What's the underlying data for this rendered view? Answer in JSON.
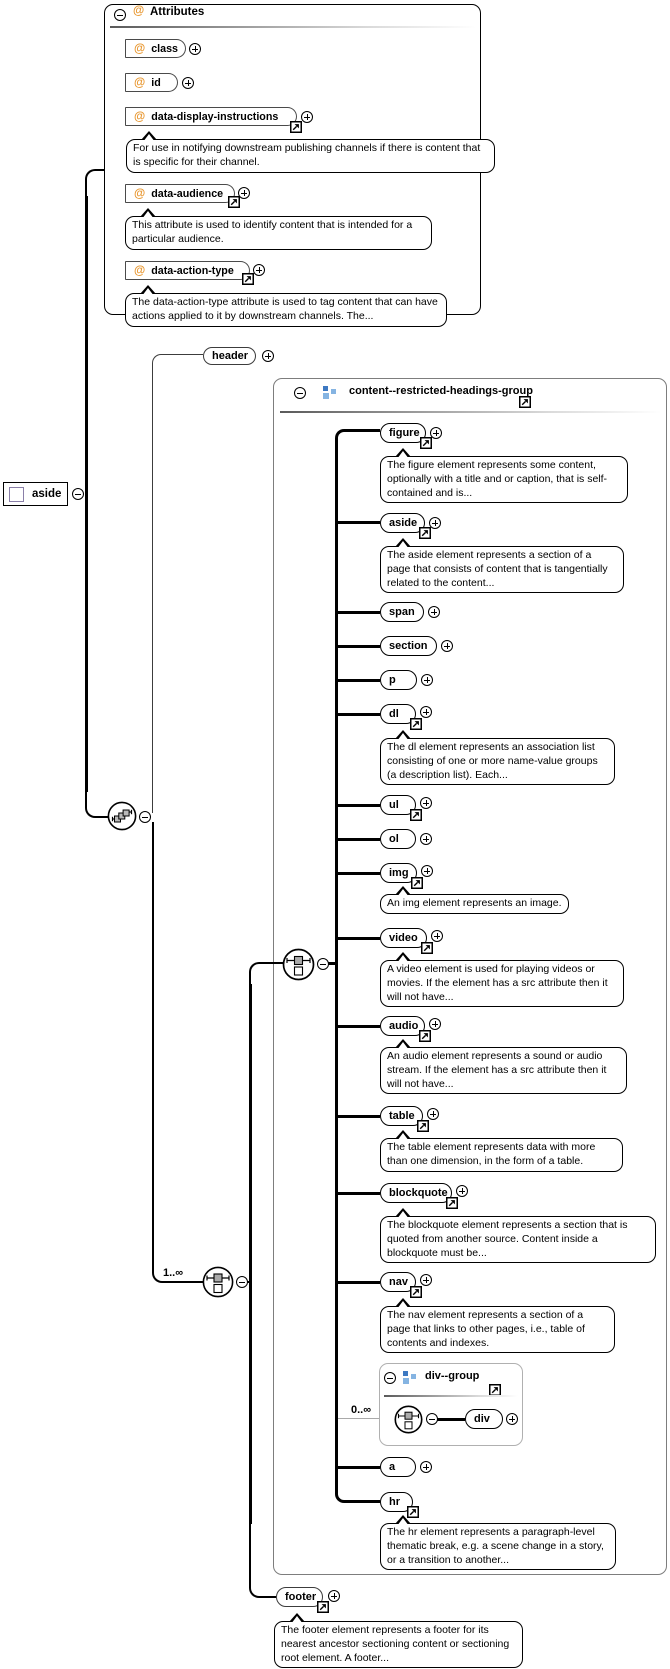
{
  "root_element": {
    "label": "aside"
  },
  "icons": {
    "attribute_icon": "@"
  },
  "attributes_panel": {
    "title": "Attributes",
    "attributes": [
      {
        "label": "class"
      },
      {
        "label": "id"
      },
      {
        "label": "data-display-instructions",
        "doc": "For use in notifying downstream publishing channels if there is content that is specific for their channel."
      },
      {
        "label": "data-audience",
        "doc": "This attribute is used to identify content that is intended for a particular audience."
      },
      {
        "label": "data-action-type",
        "doc": "The data-action-type attribute is used to tag content that can have actions applied to it by downstream channels. The..."
      }
    ]
  },
  "sequence_children": {
    "header": {
      "label": "header"
    },
    "footer": {
      "label": "footer",
      "doc": "The footer element represents a footer for its nearest ancestor sectioning content or sectioning root element. A footer..."
    }
  },
  "content_group": {
    "title": "content--restricted-headings-group",
    "cardinality": "1..∞",
    "elements": [
      {
        "label": "figure",
        "doc": "The figure element represents some content, optionally with a title and or caption, that is self-contained and is..."
      },
      {
        "label": "aside",
        "doc": "The aside element represents a section of a page that consists of content that is tangentially related to the content..."
      },
      {
        "label": "span"
      },
      {
        "label": "section"
      },
      {
        "label": "p"
      },
      {
        "label": "dl",
        "doc": "The dl element represents an association list consisting of one or more name-value groups (a description list). Each..."
      },
      {
        "label": "ul"
      },
      {
        "label": "ol"
      },
      {
        "label": "img",
        "doc": "An img element represents an image."
      },
      {
        "label": "video",
        "doc": "A video element is used for playing videos or movies. If the element has a src attribute then it will not have..."
      },
      {
        "label": "audio",
        "doc": "An audio element represents a sound or audio stream. If the element has a src attribute then it will not have..."
      },
      {
        "label": "table",
        "doc": "The table element represents data with more than one dimension, in the form of a table."
      },
      {
        "label": "blockquote",
        "doc": "The blockquote element represents a section that is quoted from another source. Content inside a blockquote must be..."
      },
      {
        "label": "nav",
        "doc": "The nav element represents a section of a page that links to other pages, i.e., table of contents and indexes."
      },
      {
        "label": "a"
      },
      {
        "label": "hr",
        "doc": "The hr element represents a paragraph-level thematic break, e.g. a scene change in a story, or a transition to another..."
      }
    ],
    "div_group": {
      "title": "div--group",
      "cardinality": "0..∞",
      "element": {
        "label": "div"
      }
    }
  }
}
